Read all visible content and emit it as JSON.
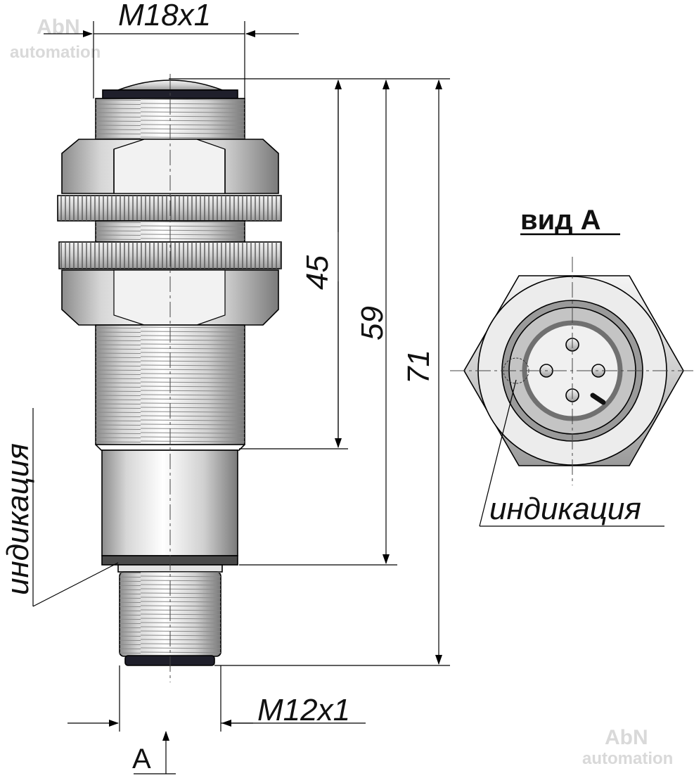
{
  "watermark": {
    "brand": "AbN",
    "sub": "automation"
  },
  "dimensions": {
    "thread_main": "M18x1",
    "thread_connector": "M12x1",
    "length_thread": "45",
    "length_body": "59",
    "length_total": "71"
  },
  "view": {
    "arrow_label": "A",
    "title": "вид А"
  },
  "callouts": {
    "indicator_side": "индикация",
    "indicator_view": "индикация"
  }
}
